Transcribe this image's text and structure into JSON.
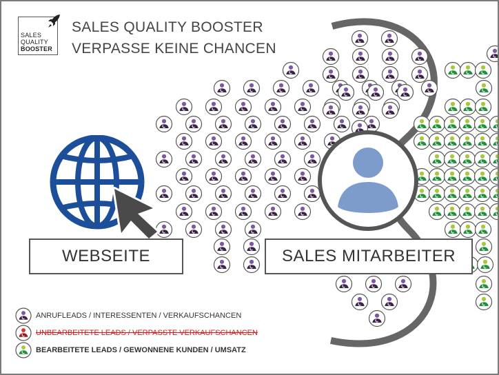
{
  "logo": {
    "line1": "SALES",
    "line2": "QUALITY",
    "line3": "BOOSTER"
  },
  "headline": {
    "line1": "SALES QUALITY BOOSTER",
    "line2": "VERPASSE KEINE CHANCEN"
  },
  "boxes": {
    "website": "WEBSEITE",
    "sales": "SALES MITARBEITER"
  },
  "legend": [
    {
      "text": "ANRUFLEADS / INTERESSENTEN / VERKAUFSCHANCEN",
      "color": "purple"
    },
    {
      "text": "UNBEARBEITETE LEADS / VERPASSTE VERKAUFSCHANCEN",
      "color": "red"
    },
    {
      "text": "BEARBEITETE LEADS / GEWONNENE KUNDEN / UMSATZ",
      "color": "green"
    }
  ],
  "colors": {
    "purple": "#7e57a3",
    "purple_dark": "#3d2248",
    "red": "#d9332a",
    "red_dark": "#9c1a14",
    "green_light": "#a6c839",
    "green": "#1e8f3a",
    "globe": "#1c4e9a",
    "avatar": "#7d9ccc",
    "arc": "#666666",
    "text": "#444444"
  },
  "icons": {
    "lead": "lead-person-phone-icon",
    "globe": "globe-icon",
    "cursor": "cursor-arrow-icon",
    "avatar": "user-avatar-icon",
    "rocket": "rocket-icon"
  }
}
